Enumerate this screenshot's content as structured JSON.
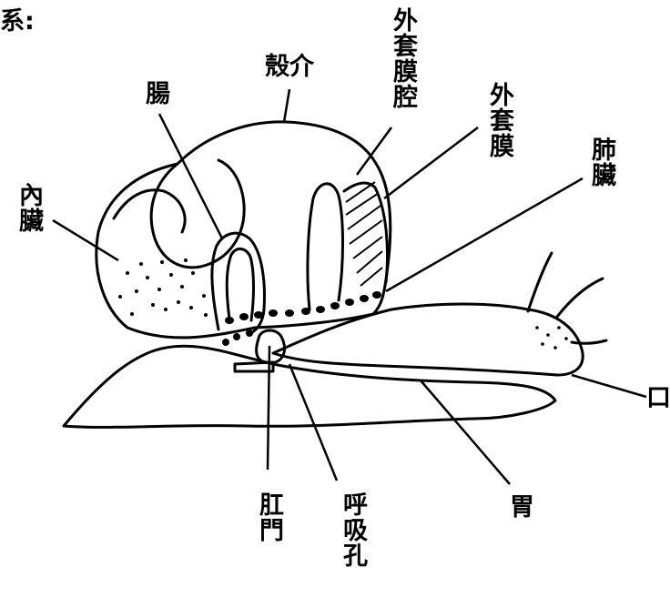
{
  "diagram": {
    "corner_text": "系:",
    "labels": {
      "shell": "殼介",
      "intestine": "腸",
      "mantle_cavity": "外套膜腔",
      "mantle": "外套膜",
      "lung": "肺臟",
      "viscera": "內臟",
      "mouth": "口",
      "anus": "肛門",
      "respiratory_pore": "呼吸孔",
      "stomach": "胃"
    }
  }
}
